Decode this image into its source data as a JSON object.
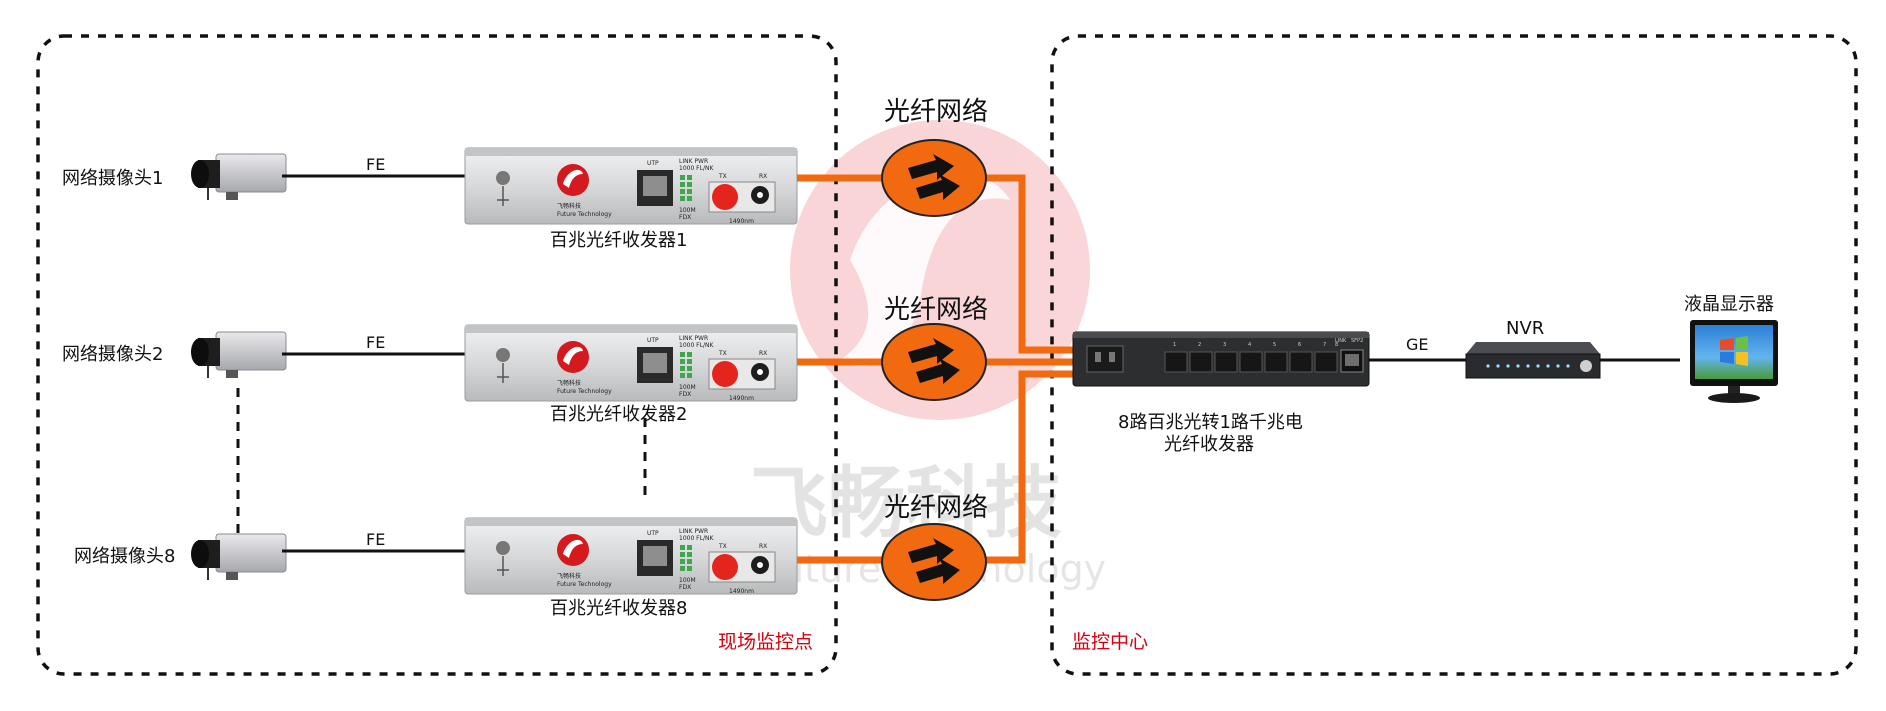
{
  "watermark": {
    "company_cn": "飞畅科技",
    "company_en": "uture Technology"
  },
  "zones": {
    "left_label": "现场监控点",
    "right_label": "监控中心"
  },
  "cameras": [
    {
      "label": "网络摄像头1",
      "link": "FE"
    },
    {
      "label": "网络摄像头2",
      "link": "FE"
    },
    {
      "label": "网络摄像头8",
      "link": "FE"
    }
  ],
  "transceivers": [
    {
      "label": "百兆光纤收发器1"
    },
    {
      "label": "百兆光纤收发器2"
    },
    {
      "label": "百兆光纤收发器8"
    }
  ],
  "transceiver_panel": {
    "brand": "飞畅科技",
    "brand_en": "Future Technology",
    "port_utp": "UTP",
    "led_top": "LINK PWR",
    "led_mid": "1000 FL/NK",
    "led_bot": "100M",
    "led_fdx": "FDX",
    "tx": "TX",
    "rx": "RX",
    "wavelength": "1490nm"
  },
  "network": {
    "label": "光纤网络",
    "color": "#f26a10"
  },
  "center_switch": {
    "label_line1": "8路百兆光转1路千兆电",
    "label_line2": "光纤收发器",
    "port_numbers": [
      "1",
      "2",
      "3",
      "4",
      "5",
      "6",
      "7",
      "8"
    ],
    "link_text": "LINK",
    "sfp_text": "SFP2"
  },
  "uplink": {
    "label": "GE"
  },
  "nvr": {
    "label": "NVR"
  },
  "monitor": {
    "label": "液晶显示器"
  },
  "colors": {
    "fiber": "#f26a10",
    "zone_text": "#d8000c",
    "device_body": "#d9dadb",
    "switch_body": "#2d2e30"
  }
}
